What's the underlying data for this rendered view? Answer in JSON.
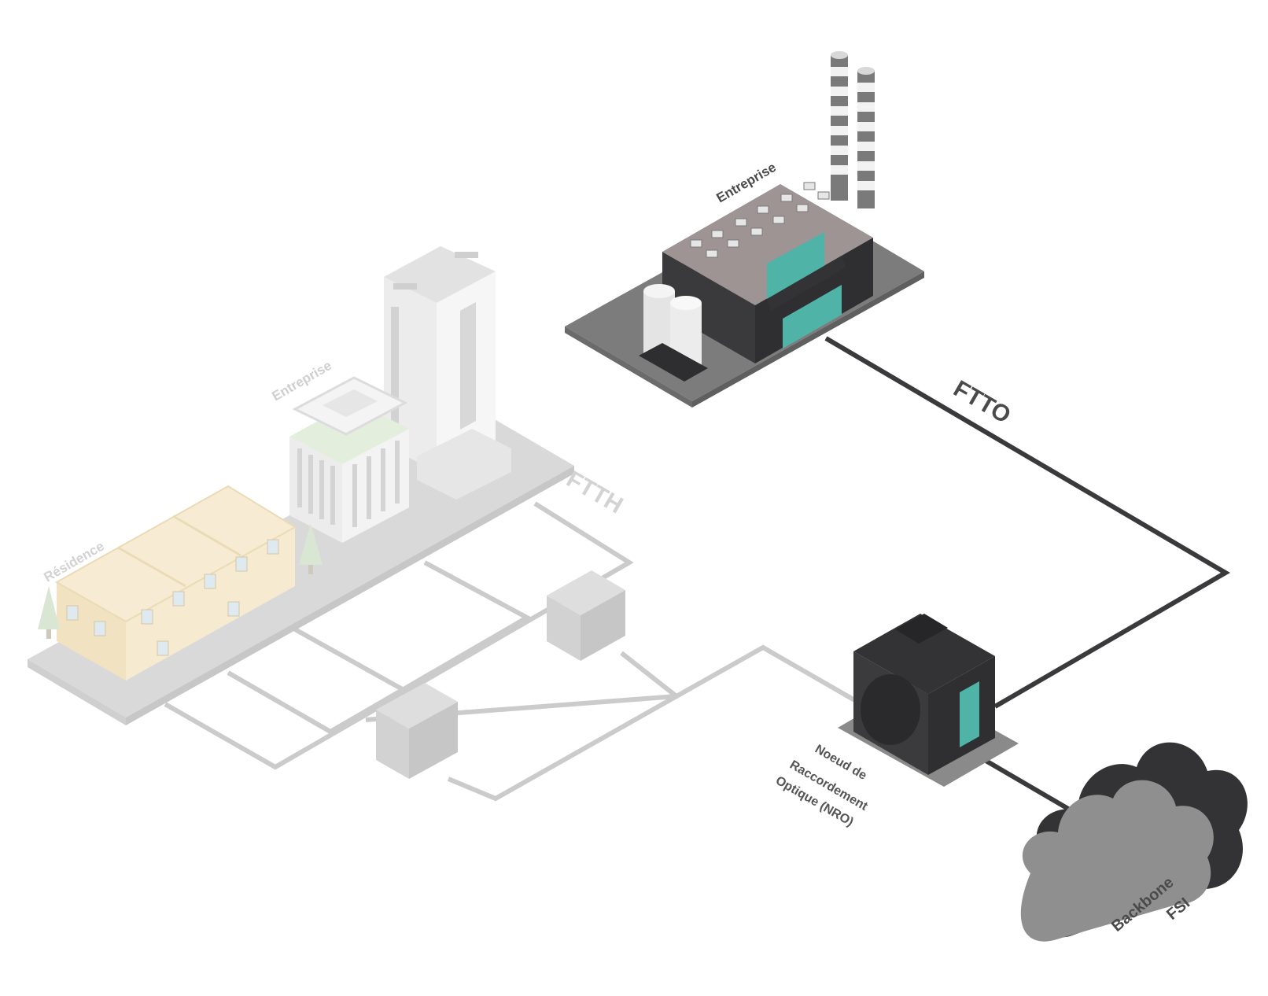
{
  "labels": {
    "enterprise_dark": "Entreprise",
    "enterprise_light": "Entreprise",
    "residence": "Résidence",
    "ftto": "FTTO",
    "ftth": "FTTH",
    "nro_line1": "Noeud de",
    "nro_line2": "Raccordement",
    "nro_line3": "Optique (NRO)",
    "backbone_line1": "Backbone",
    "backbone_line2": "FSI"
  },
  "colors": {
    "dark": "#3e3e41",
    "dark_side": "#2c2c2f",
    "roof": "#9e9493",
    "teal": "#4fb3a8",
    "light_gray": "#d7d7d7",
    "pale_line": "#c9c9c9",
    "residence": "#f3e3bd",
    "cloud": "#8f8f8f",
    "label_dark": "#4a4a4a",
    "label_light": "#cfcfcf"
  }
}
